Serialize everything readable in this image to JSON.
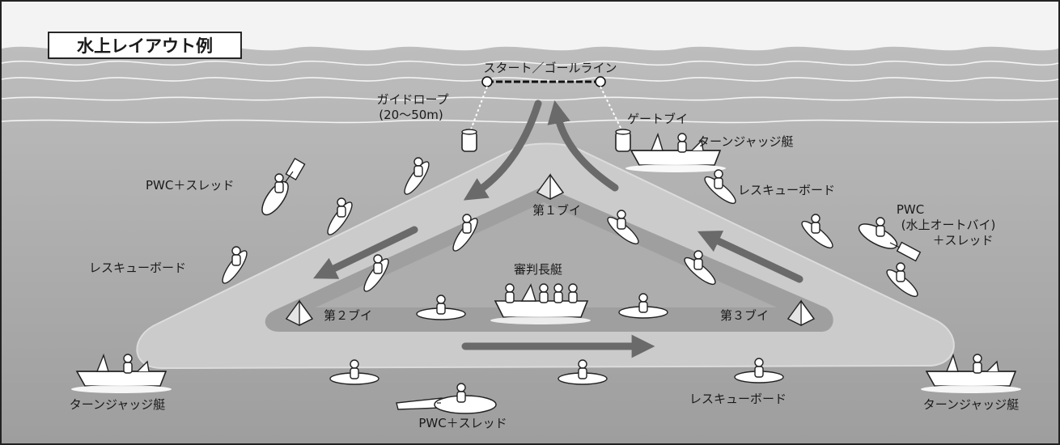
{
  "title": "水上レイアウト例",
  "labels": {
    "start_goal_line": "スタート／ゴールライン",
    "guide_rope_1": "ガイドロープ",
    "guide_rope_2": "(20～50m)",
    "gate_buoy": "ゲートブイ",
    "turn_judge_top": "ターンジャッジ艇",
    "pwc_sled_top": "PWC＋スレッド",
    "rescue_board_right_top": "レスキューボード",
    "buoy_1": "第１ブイ",
    "pwc_right_1": "PWC",
    "pwc_right_2": "(水上オートバイ)",
    "pwc_right_3": "＋スレッド",
    "rescue_board_left": "レスキューボード",
    "chief_judge_boat": "審判長艇",
    "buoy_2": "第２ブイ",
    "buoy_3": "第３ブイ",
    "turn_judge_left": "ターンジャッジ艇",
    "pwc_sled_bottom": "PWC＋スレッド",
    "rescue_board_bottom": "レスキューボード",
    "turn_judge_right": "ターンジャッジ艇"
  },
  "colors": {
    "water": "#a9a9a9",
    "sky": "#f3f3f3",
    "course_band": "#c9c9c9",
    "inner_dark": "#8c8c8c",
    "arrow": "#6a6a6a",
    "outline": "#222222"
  }
}
